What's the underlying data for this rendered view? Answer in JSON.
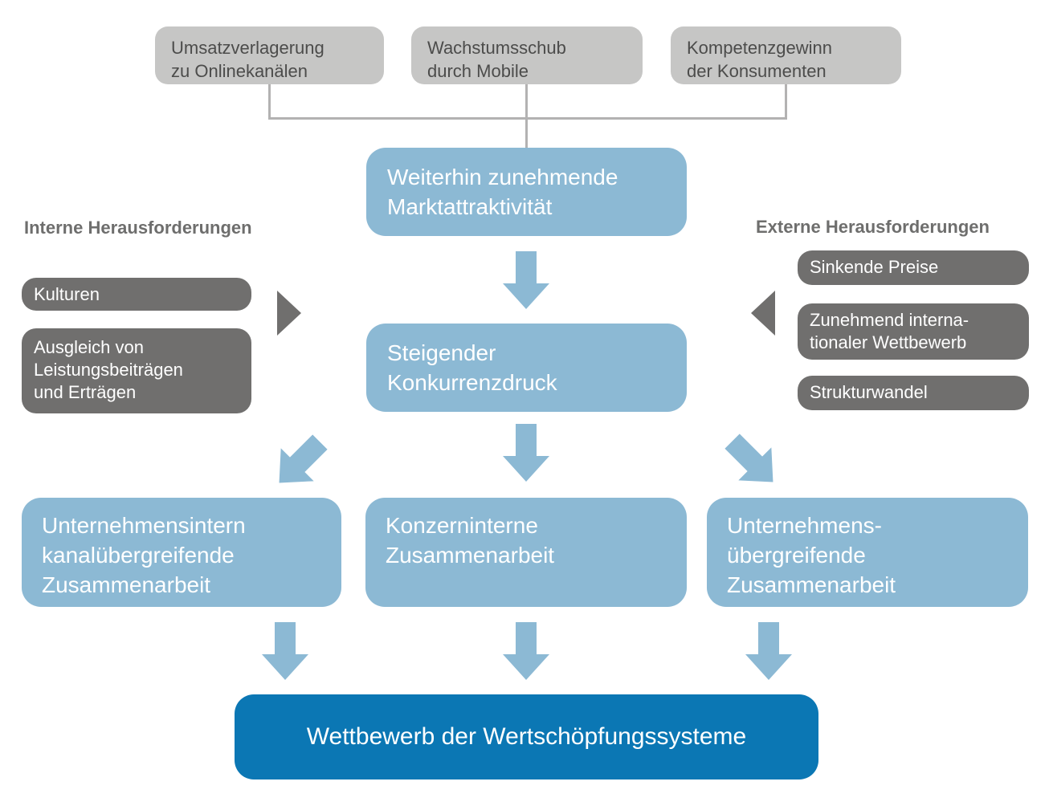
{
  "colors": {
    "light_gray_box": "#c6c6c5",
    "dark_gray_box": "#706f6e",
    "light_blue_box": "#8cb9d4",
    "dark_blue_box": "#0b77b4",
    "connector_line": "#b3b2b2",
    "gray_text": "#4c4c4b",
    "heading_text": "#6e6e6d",
    "white_text": "#ffffff"
  },
  "drivers": [
    {
      "label": "Umsatzverlagerung\nzu Onlinekanälen"
    },
    {
      "label": "Wachstumsschub\ndurch Mobile"
    },
    {
      "label": "Kompetenzgewinn\nder Konsumenten"
    }
  ],
  "market": {
    "label": "Weiterhin zunehmende\nMarktattraktivität"
  },
  "competition": {
    "label": "Steigender\nKonkurrenzdruck"
  },
  "internal": {
    "title": "Interne Herausforderungen",
    "items": [
      {
        "label": "Kulturen"
      },
      {
        "label": "Ausgleich von\nLeistungsbeiträgen\nund Erträgen"
      }
    ]
  },
  "external": {
    "title": "Externe Herausforderungen",
    "items": [
      {
        "label": "Sinkende Preise"
      },
      {
        "label": "Zunehmend interna-\ntionaler Wettbewerb"
      },
      {
        "label": "Strukturwandel"
      }
    ]
  },
  "collaborations": [
    {
      "label": "Unternehmensintern\nkanalübergreifende\nZusammenarbeit"
    },
    {
      "label": "Konzerninterne\nZusammenarbeit"
    },
    {
      "label": "Unternehmens-\nübergreifende\nZusammenarbeit"
    }
  ],
  "outcome": {
    "label": "Wettbewerb der Wertschöpfungssysteme"
  }
}
